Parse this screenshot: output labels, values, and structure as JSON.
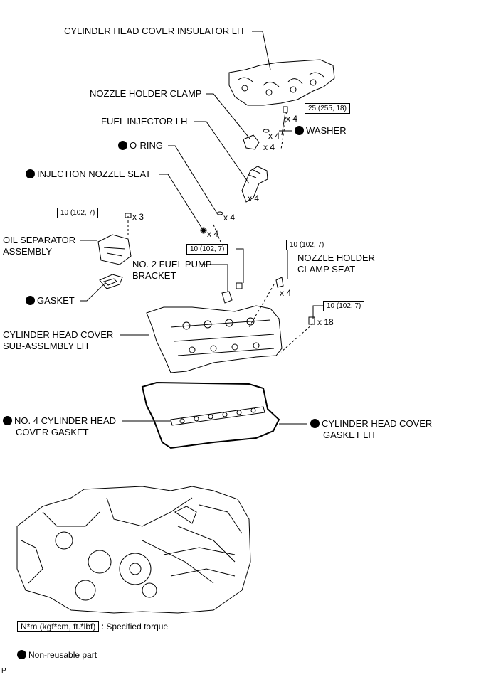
{
  "labels": {
    "insulator": "CYLINDER HEAD COVER INSULATOR LH",
    "nozzle_holder_clamp": "NOZZLE HOLDER CLAMP",
    "fuel_injector": "FUEL INJECTOR LH",
    "oring": "O-RING",
    "washer": "WASHER",
    "injection_nozzle_seat": "INJECTION NOZZLE SEAT",
    "oil_separator_1": "OIL SEPARATOR",
    "oil_separator_2": "ASSEMBLY",
    "gasket": "GASKET",
    "fuel_pump_bracket_1": "NO. 2 FUEL PUMP",
    "fuel_pump_bracket_2": "BRACKET",
    "nozzle_clamp_seat_1": "NOZZLE HOLDER",
    "nozzle_clamp_seat_2": "CLAMP SEAT",
    "head_cover_1": "CYLINDER HEAD COVER",
    "head_cover_2": "SUB-ASSEMBLY LH",
    "no4_gasket_1": "NO. 4 CYLINDER HEAD",
    "no4_gasket_2": "COVER GASKET",
    "cover_gasket_1": "CYLINDER HEAD COVER",
    "cover_gasket_2": "GASKET LH"
  },
  "torques": {
    "bolt_top": "25 (255, 18)",
    "oil_sep_bolt": "10 (102, 7)",
    "bracket_bolt": "10 (102, 7)",
    "clamp_seat": "10 (102, 7)",
    "cover_bolts": "10 (102, 7)"
  },
  "quantities": {
    "q_bolt_top": "x 4",
    "q_washer": "x 4",
    "q_clamp": "x 4",
    "q_injector": "x 4",
    "q_oring": "x 4",
    "q_nozzle_seat": "x 4",
    "q_oil_sep": "x 3",
    "q_clamp_seat": "x 4",
    "q_cover_bolts": "x 18"
  },
  "legend": {
    "torque_box": "N*m (kgf*cm, ft.*lbf)",
    "torque_desc": ": Specified torque",
    "nonreusable": "Non-reusable part"
  },
  "corner_mark": "P"
}
